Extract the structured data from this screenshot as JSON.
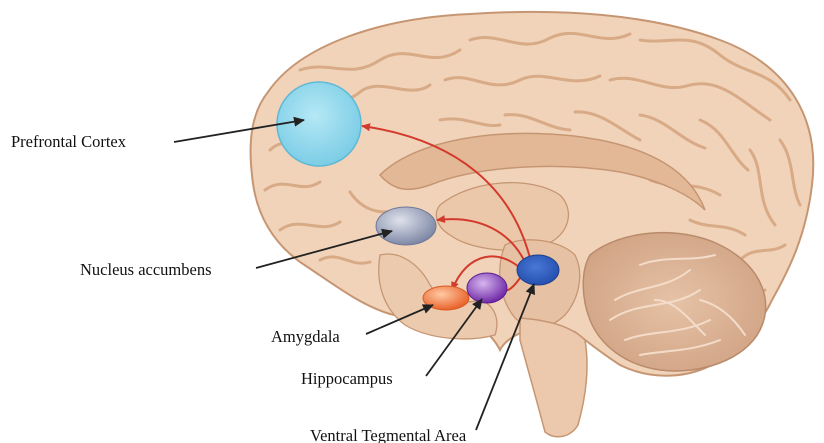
{
  "labels": {
    "prefrontal_cortex": "Prefrontal Cortex",
    "nucleus_accumbens": "Nucleus accumbens",
    "amygdala": "Amygdala",
    "hippocampus": "Hippocampus",
    "ventral_tegmental_area": "Ventral Tegmental Area"
  },
  "colors": {
    "brain_fill": "#f1d3ba",
    "brain_outline": "#c69673",
    "gyri_lines": "#d8aa86",
    "prefrontal_cortex": "#8fd8ec",
    "nucleus_accumbens": "#9ea7c0",
    "amygdala": "#f07a3a",
    "hippocampus": "#8a44b8",
    "ventral_tegmental_area": "#2f5dbf",
    "pathway_arrows": "#d33a2c",
    "pointer_lines": "#222222"
  }
}
